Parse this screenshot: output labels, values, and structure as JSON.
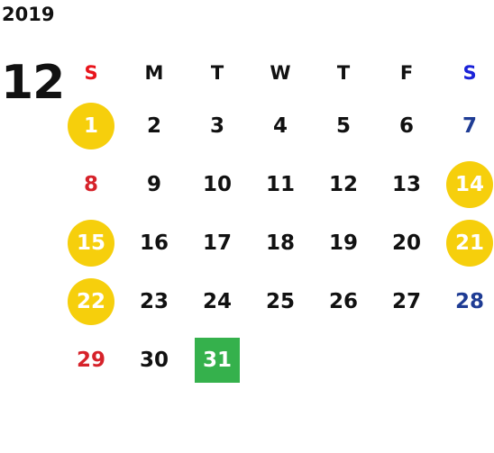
{
  "year": "2019",
  "month": "12",
  "weekdays": [
    {
      "label": "S",
      "name": "sunday"
    },
    {
      "label": "M",
      "name": "monday"
    },
    {
      "label": "T",
      "name": "tuesday"
    },
    {
      "label": "W",
      "name": "wednesday"
    },
    {
      "label": "T",
      "name": "thursday"
    },
    {
      "label": "F",
      "name": "friday"
    },
    {
      "label": "S",
      "name": "saturday"
    }
  ],
  "first_weekday_index": 0,
  "days": [
    {
      "day": "1",
      "holiday": true
    },
    {
      "day": "2"
    },
    {
      "day": "3"
    },
    {
      "day": "4"
    },
    {
      "day": "5"
    },
    {
      "day": "6"
    },
    {
      "day": "7"
    },
    {
      "day": "8"
    },
    {
      "day": "9"
    },
    {
      "day": "10"
    },
    {
      "day": "11"
    },
    {
      "day": "12"
    },
    {
      "day": "13"
    },
    {
      "day": "14",
      "holiday": true
    },
    {
      "day": "15",
      "holiday": true
    },
    {
      "day": "16"
    },
    {
      "day": "17"
    },
    {
      "day": "18"
    },
    {
      "day": "19"
    },
    {
      "day": "20"
    },
    {
      "day": "21",
      "holiday": true
    },
    {
      "day": "22",
      "holiday": true
    },
    {
      "day": "23"
    },
    {
      "day": "24"
    },
    {
      "day": "25"
    },
    {
      "day": "26"
    },
    {
      "day": "27"
    },
    {
      "day": "28"
    },
    {
      "day": "29"
    },
    {
      "day": "30"
    },
    {
      "day": "31",
      "today": true
    }
  ],
  "colors": {
    "text": "#111111",
    "sunday_header": "#e8141b",
    "saturday_header": "#1a22d8",
    "sunday_date": "#d6222a",
    "saturday_date": "#1f3c94",
    "holiday_fill": "#f6cf0c",
    "today_fill": "#35b14c",
    "highlight_text": "#ffffff"
  }
}
